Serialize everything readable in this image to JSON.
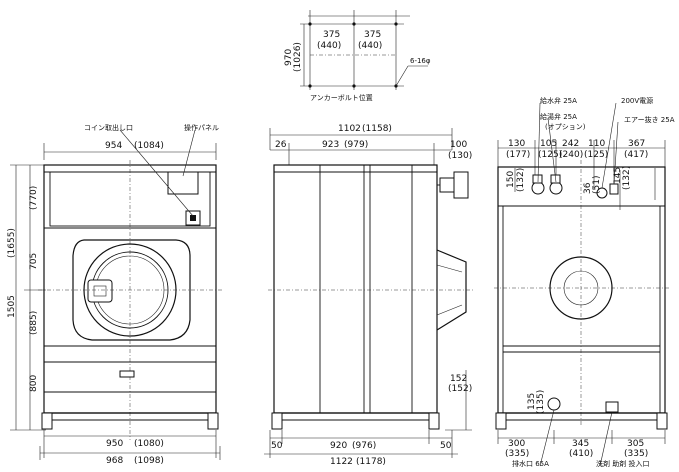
{
  "anchor": {
    "dim_top_left": "375",
    "dim_top_left_alt": "(440)",
    "dim_top_right": "375",
    "dim_top_right_alt": "(440)",
    "dim_depth": "970",
    "dim_depth_alt": "(1026)",
    "bolt_note": "6-16φ",
    "caption": "アンカーボルト位置"
  },
  "front": {
    "label_coin": "コイン取出し口",
    "label_panel": "操作パネル",
    "top_width": "954",
    "top_width_alt": "(1084)",
    "h_total": "1505",
    "h_total_alt": "(1655)",
    "h_upper": "705",
    "h_upper_alt": "(770)",
    "h_lower": "800",
    "h_lower_alt": "(885)",
    "base_width": "950",
    "base_width_alt": "(1080)",
    "foot_width": "968",
    "foot_width_alt": "(1098)"
  },
  "side": {
    "top_width": "1102",
    "top_width_alt": "(1158)",
    "left_offset": "26",
    "mid_width": "923",
    "mid_width_alt": "(979)",
    "right_offset": "100",
    "right_offset_alt": "(130)",
    "duct_height": "152",
    "duct_height_alt": "(152)",
    "base_left": "50",
    "base_mid": "920",
    "base_mid_alt": "(976)",
    "base_right": "50",
    "foot_width": "1122",
    "foot_width_alt": "(1178)"
  },
  "rear": {
    "label_water": "給水弁 25A",
    "label_hot": "給湯弁 25A",
    "label_option": "(オプション)",
    "label_power": "200V電源",
    "label_air": "エアー抜き 25A",
    "d1": "130",
    "d1_alt": "(177)",
    "d2": "105",
    "d2_alt": "(125)",
    "d3": "242",
    "d3_alt": "(240)",
    "d4": "110",
    "d4_alt": "(125)",
    "d5": "367",
    "d5_alt": "(417)",
    "h1": "150",
    "h1_alt": "(132)",
    "h2": "36",
    "h2_alt": "(51)",
    "h3": "145",
    "h3_alt": "(132)",
    "drain_h": "135",
    "drain_h_alt": "(135)",
    "b1": "300",
    "b1_alt": "(335)",
    "b2": "345",
    "b2_alt": "(410)",
    "b3": "305",
    "b3_alt": "(335)",
    "label_drain": "排水口 65A",
    "label_detergent": "洗剤 助剤 投入口"
  }
}
